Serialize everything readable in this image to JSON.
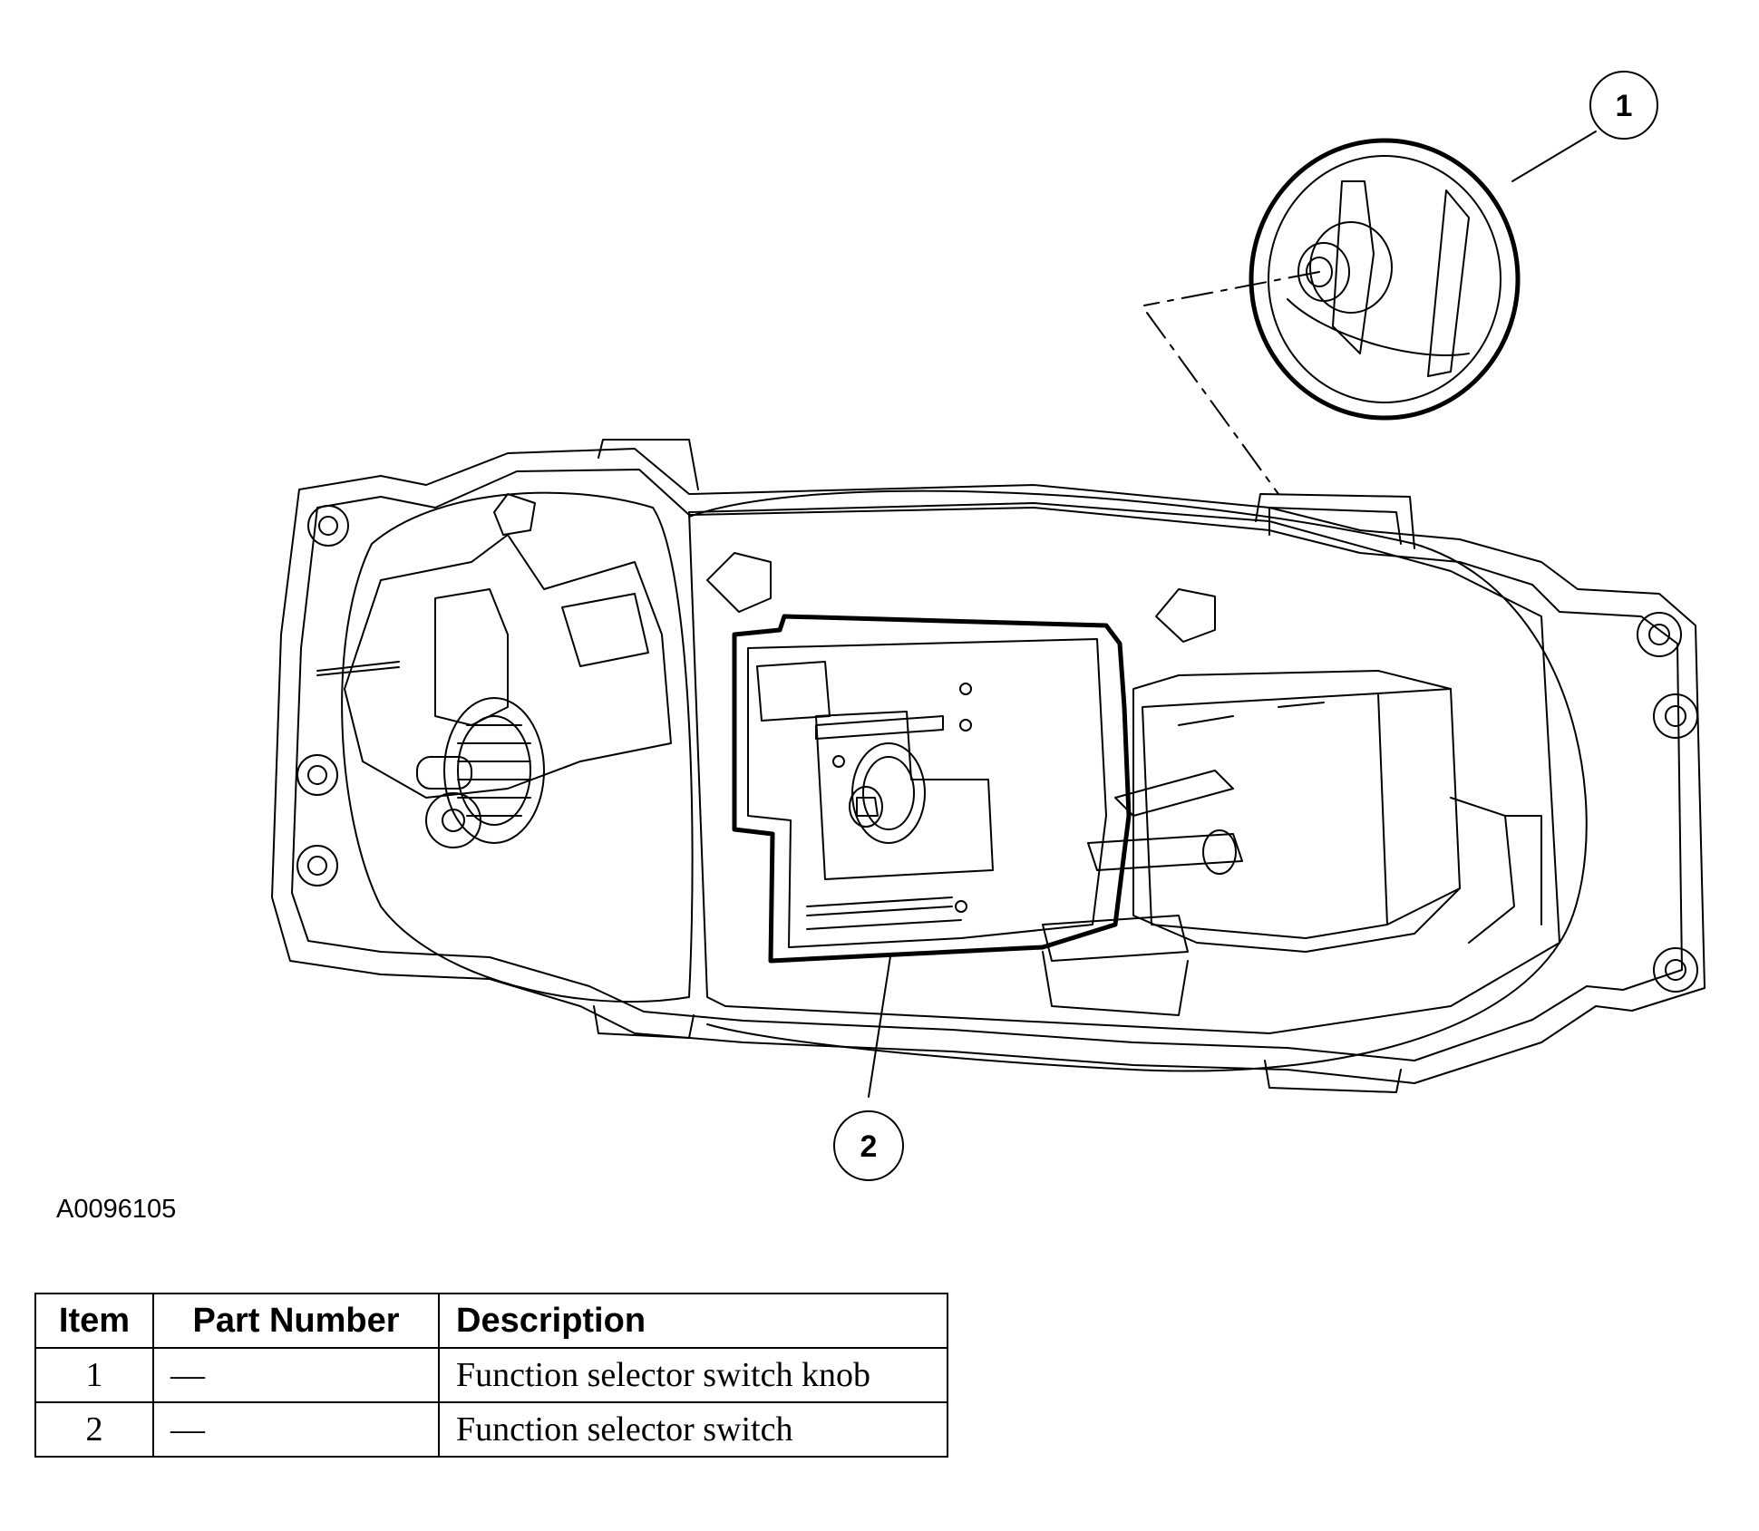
{
  "figure": {
    "callouts": [
      {
        "label": "1"
      },
      {
        "label": "2"
      }
    ],
    "figure_id": "A0096105"
  },
  "table": {
    "headers": [
      "Item",
      "Part Number",
      "Description"
    ],
    "rows": [
      {
        "item": "1",
        "part_number": "—",
        "description": "Function selector switch knob"
      },
      {
        "item": "2",
        "part_number": "—",
        "description": "Function selector switch"
      }
    ]
  }
}
